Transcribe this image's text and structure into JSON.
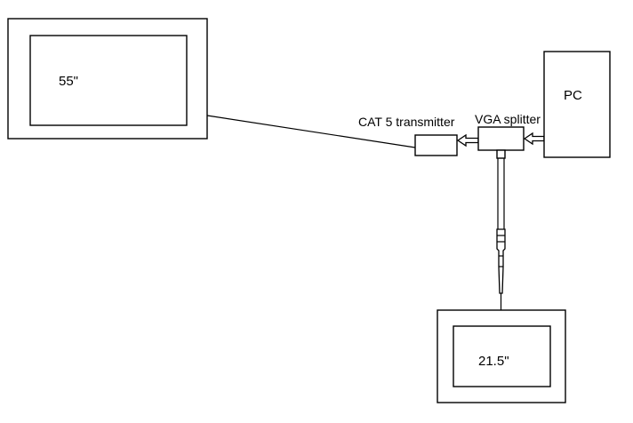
{
  "diagram": {
    "monitor_large": {
      "label": "55\""
    },
    "monitor_small": {
      "label": "21.5\""
    },
    "pc": {
      "label": "PC"
    },
    "vga_splitter": {
      "label": "VGA splitter"
    },
    "cat5_transmitter": {
      "label": "CAT 5 transmitter"
    }
  }
}
